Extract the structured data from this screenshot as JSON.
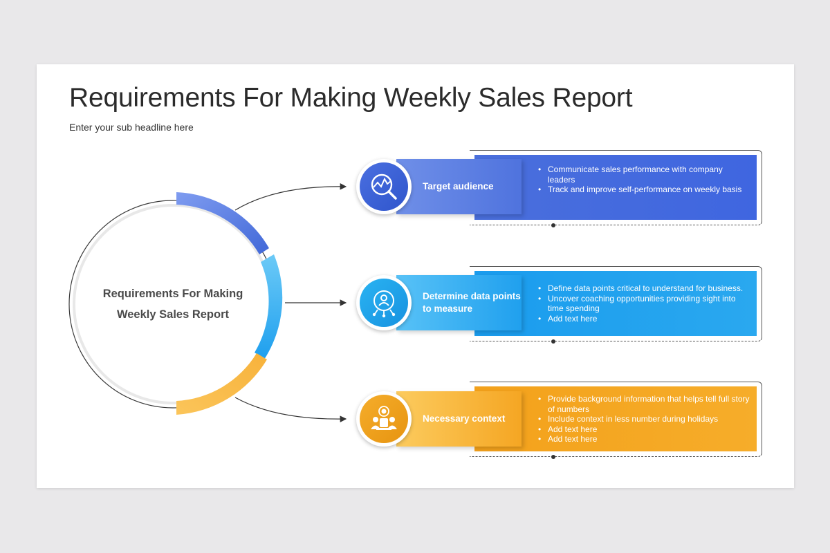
{
  "header": {
    "title": "Requirements For Making Weekly Sales Report",
    "subtitle": "Enter your sub headline here"
  },
  "center": {
    "line1": "Requirements For Making",
    "line2": "Weekly Sales Report"
  },
  "colors": {
    "blue": "#4a73dc",
    "cyan": "#2aa8ef",
    "orange": "#f5a623"
  },
  "items": [
    {
      "label": "Target audience",
      "icon": "chart-magnifier-icon",
      "bullets": [
        "Communicate sales performance with company leaders",
        "Track and improve self-performance on weekly basis"
      ]
    },
    {
      "label": "Determine data points to measure",
      "icon": "network-user-icon",
      "bullets": [
        "Define data points critical to understand for business.",
        "Uncover coaching opportunities providing sight into time spending",
        "Add text here"
      ]
    },
    {
      "label": "Necessary context",
      "icon": "team-presenter-icon",
      "bullets": [
        "Provide background information that helps tell full story of numbers",
        "Include context in less number during holidays",
        "Add text here",
        "Add text here"
      ]
    }
  ]
}
